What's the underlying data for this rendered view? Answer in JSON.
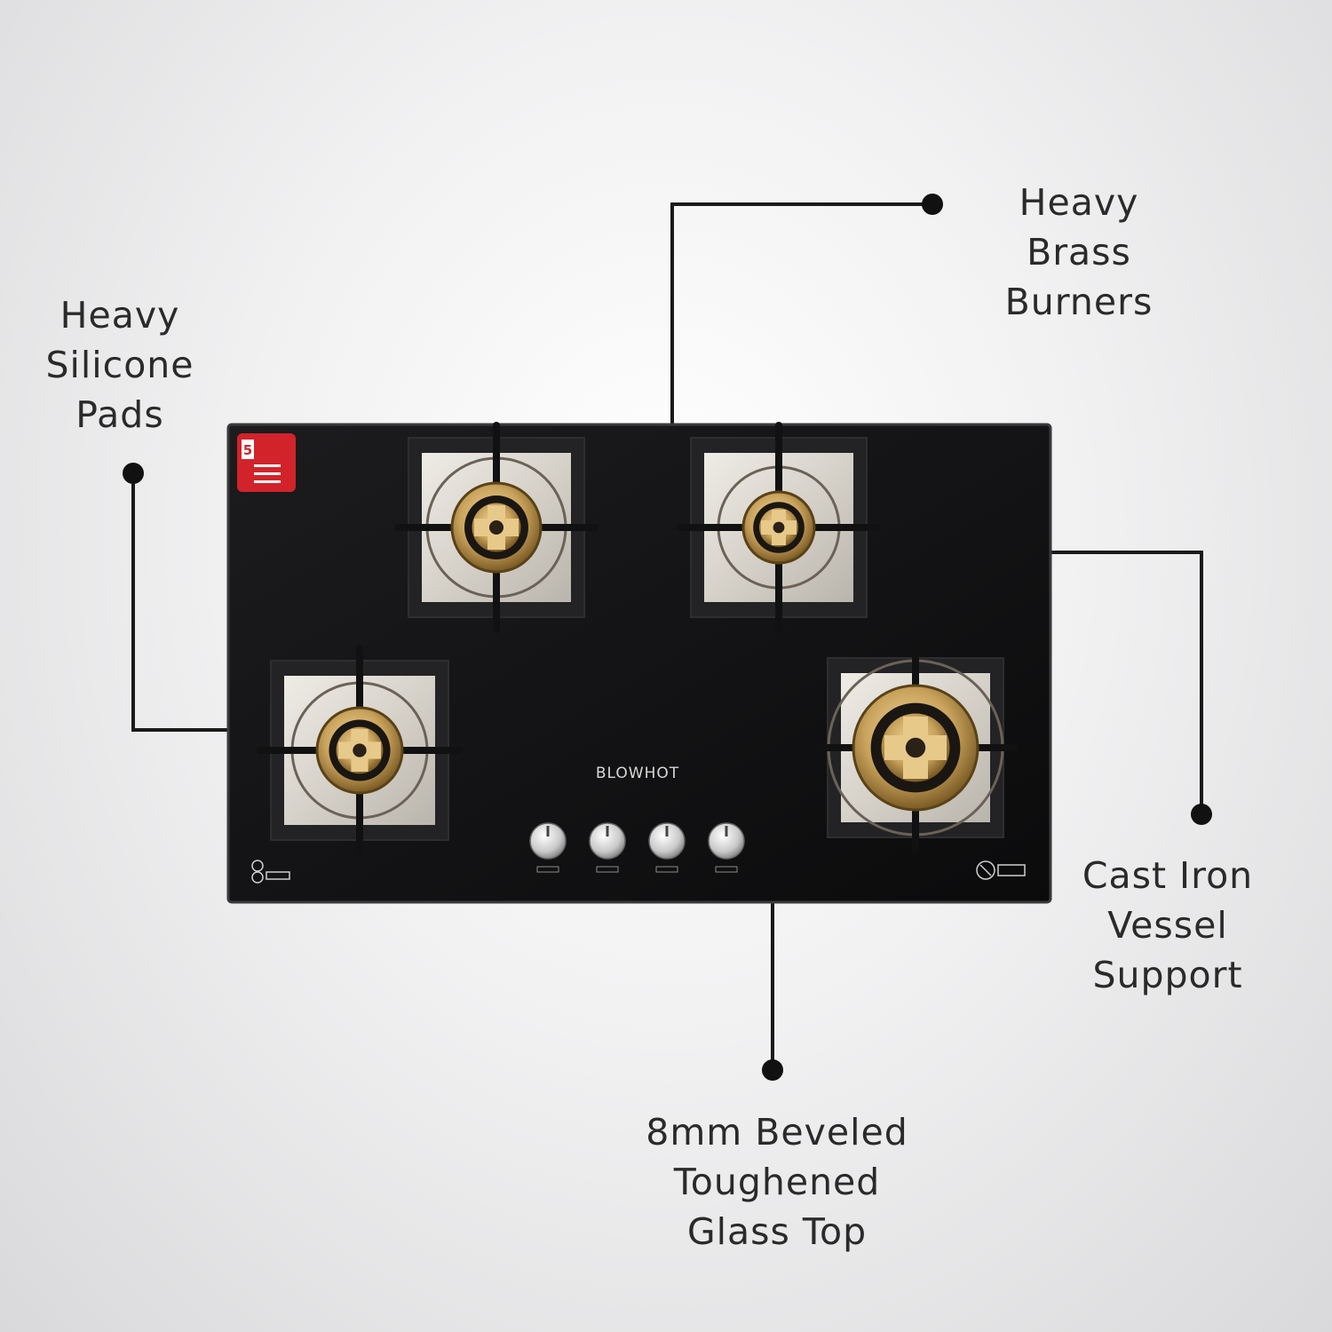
{
  "callouts": {
    "brass_burners": [
      "Heavy",
      "Brass",
      "Burners"
    ],
    "silicone_pads": [
      "Heavy",
      "Silicone",
      "Pads"
    ],
    "vessel_support": [
      "Cast Iron",
      "Vessel",
      "Support"
    ],
    "glass_top": [
      "8mm Beveled",
      "Toughened",
      "Glass Top"
    ]
  },
  "product": {
    "brand_logo": "BLOWHOT",
    "warranty_badge_number": "5",
    "burner_count": 4,
    "knob_count": 4
  },
  "colors": {
    "glass": "#121214",
    "steel": "#dcd9d3",
    "brass": "#c9a35c",
    "badge_red": "#d2232a",
    "text": "#2a2a2a"
  }
}
